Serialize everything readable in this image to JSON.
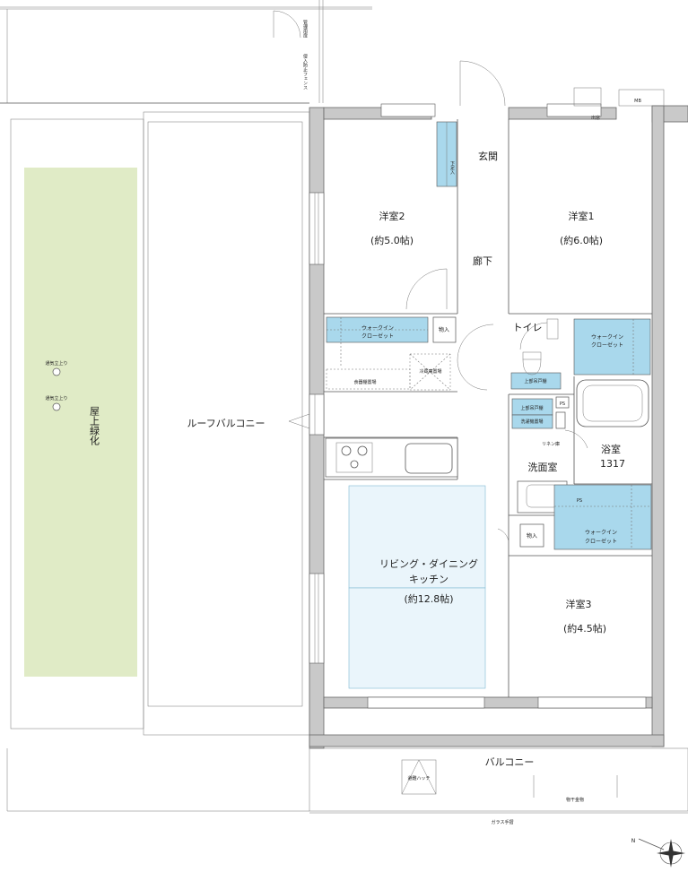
{
  "rooms": {
    "western2": {
      "name": "洋室2",
      "size": "(約5.0帖)"
    },
    "western1": {
      "name": "洋室1",
      "size": "(約6.0帖)"
    },
    "western3": {
      "name": "洋室3",
      "size": "(約4.5帖)"
    },
    "ldk": {
      "name_line1": "リビング・ダイニング",
      "name_line2": "キッチン",
      "size": "(約12.8帖)"
    },
    "entrance": "玄関",
    "hallway": "廊下",
    "toilet": "トイレ",
    "bath": {
      "name": "浴室",
      "size": "1317"
    },
    "washroom": "洗面室",
    "roof_balcony": "ルーフバルコニー",
    "balcony": "バルコニー",
    "rooftop_greening": "屋上緑化"
  },
  "storage": {
    "walkin_closet": "ウォークイン\nクローゼット",
    "walkin_closet_line1": "ウォークイン",
    "walkin_closet_line2": "クローゼット",
    "storage": "物入",
    "shoe_box": "下足入",
    "food_storage": "食器棚置場",
    "fridge": "冷蔵庫置場",
    "upper_cabinet": "上部吊戸棚",
    "washer": "洗濯機置場",
    "linen": "リネン庫"
  },
  "labels": {
    "ps": "PS",
    "mb": "MB",
    "vent1": "通気立上り",
    "vent2": "通気立上り",
    "evacuation_hatch": "避難ハッチ",
    "drying_rack": "物干金物",
    "glass_rail": "ガラス手摺",
    "maintenance_door": "管理用扉",
    "intrusion_fence": "侵入防止フェンス",
    "window_bay": "出窓"
  },
  "compass": {
    "north": "N"
  },
  "colors": {
    "closet": "#a9d8ec",
    "ldk": "#eaf5fb",
    "green": "#e0ebc6",
    "wall": "#c9c9c9"
  }
}
